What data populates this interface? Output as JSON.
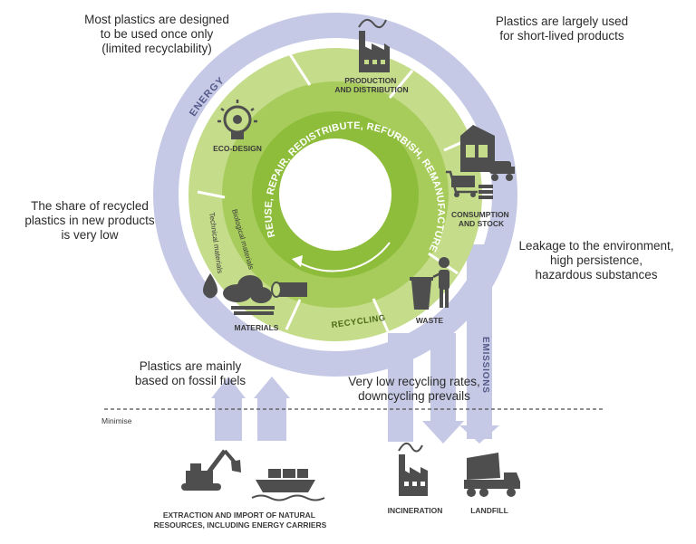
{
  "colors": {
    "lavender": "#c5c9e6",
    "lavender_dark": "#9fa5d2",
    "green_outer": "#c5dc8a",
    "green_mid": "#a7cc5c",
    "green_inner": "#8dbd3a",
    "icon_gray": "#4e4e4e"
  },
  "notes": {
    "top_left": [
      "Most plastics are designed",
      "to be used once only",
      "(limited recyclability)"
    ],
    "top_right": [
      "Plastics are largely used",
      "for short-lived products"
    ],
    "mid_left": [
      "The share of recycled",
      "plastics in new products",
      "is very low"
    ],
    "mid_right": [
      "Leakage to the environment,",
      "high persistence,",
      "hazardous substances"
    ],
    "fossil": [
      "Plastics are mainly",
      "based on  fossil fuels"
    ],
    "recycling_rates": [
      "Very low recycling rates,",
      "downcycling prevails"
    ]
  },
  "labels": {
    "energy": "ENERGY",
    "emissions": "EMISSIONS",
    "minimise": "Minimise",
    "production": [
      "PRODUCTION",
      "AND DISTRIBUTION"
    ],
    "eco_design": "ECO-DESIGN",
    "consumption": [
      "CONSUMPTION",
      "AND STOCK"
    ],
    "waste": "WASTE",
    "recycling": "RECYCLING",
    "materials": "MATERIALS",
    "technical": "Technical materials",
    "biological": "Biological materials",
    "inner_ring": "REUSE, REPAIR, REDISTRIBUTE, REFURBISH, REMANUFACTURE",
    "extraction": [
      "EXTRACTION AND IMPORT OF NATURAL",
      "RESOURCES, INCLUDING ENERGY CARRIERS"
    ],
    "incineration": "INCINERATION",
    "landfill": "LANDFILL"
  },
  "icons": [
    "factory-icon",
    "lightbulb-gear-icon",
    "shop-cart-truck-icon",
    "person-bin-icon",
    "oil-drop-icon",
    "log-icon",
    "excavator-icon",
    "ship-icon",
    "dump-truck-icon"
  ]
}
